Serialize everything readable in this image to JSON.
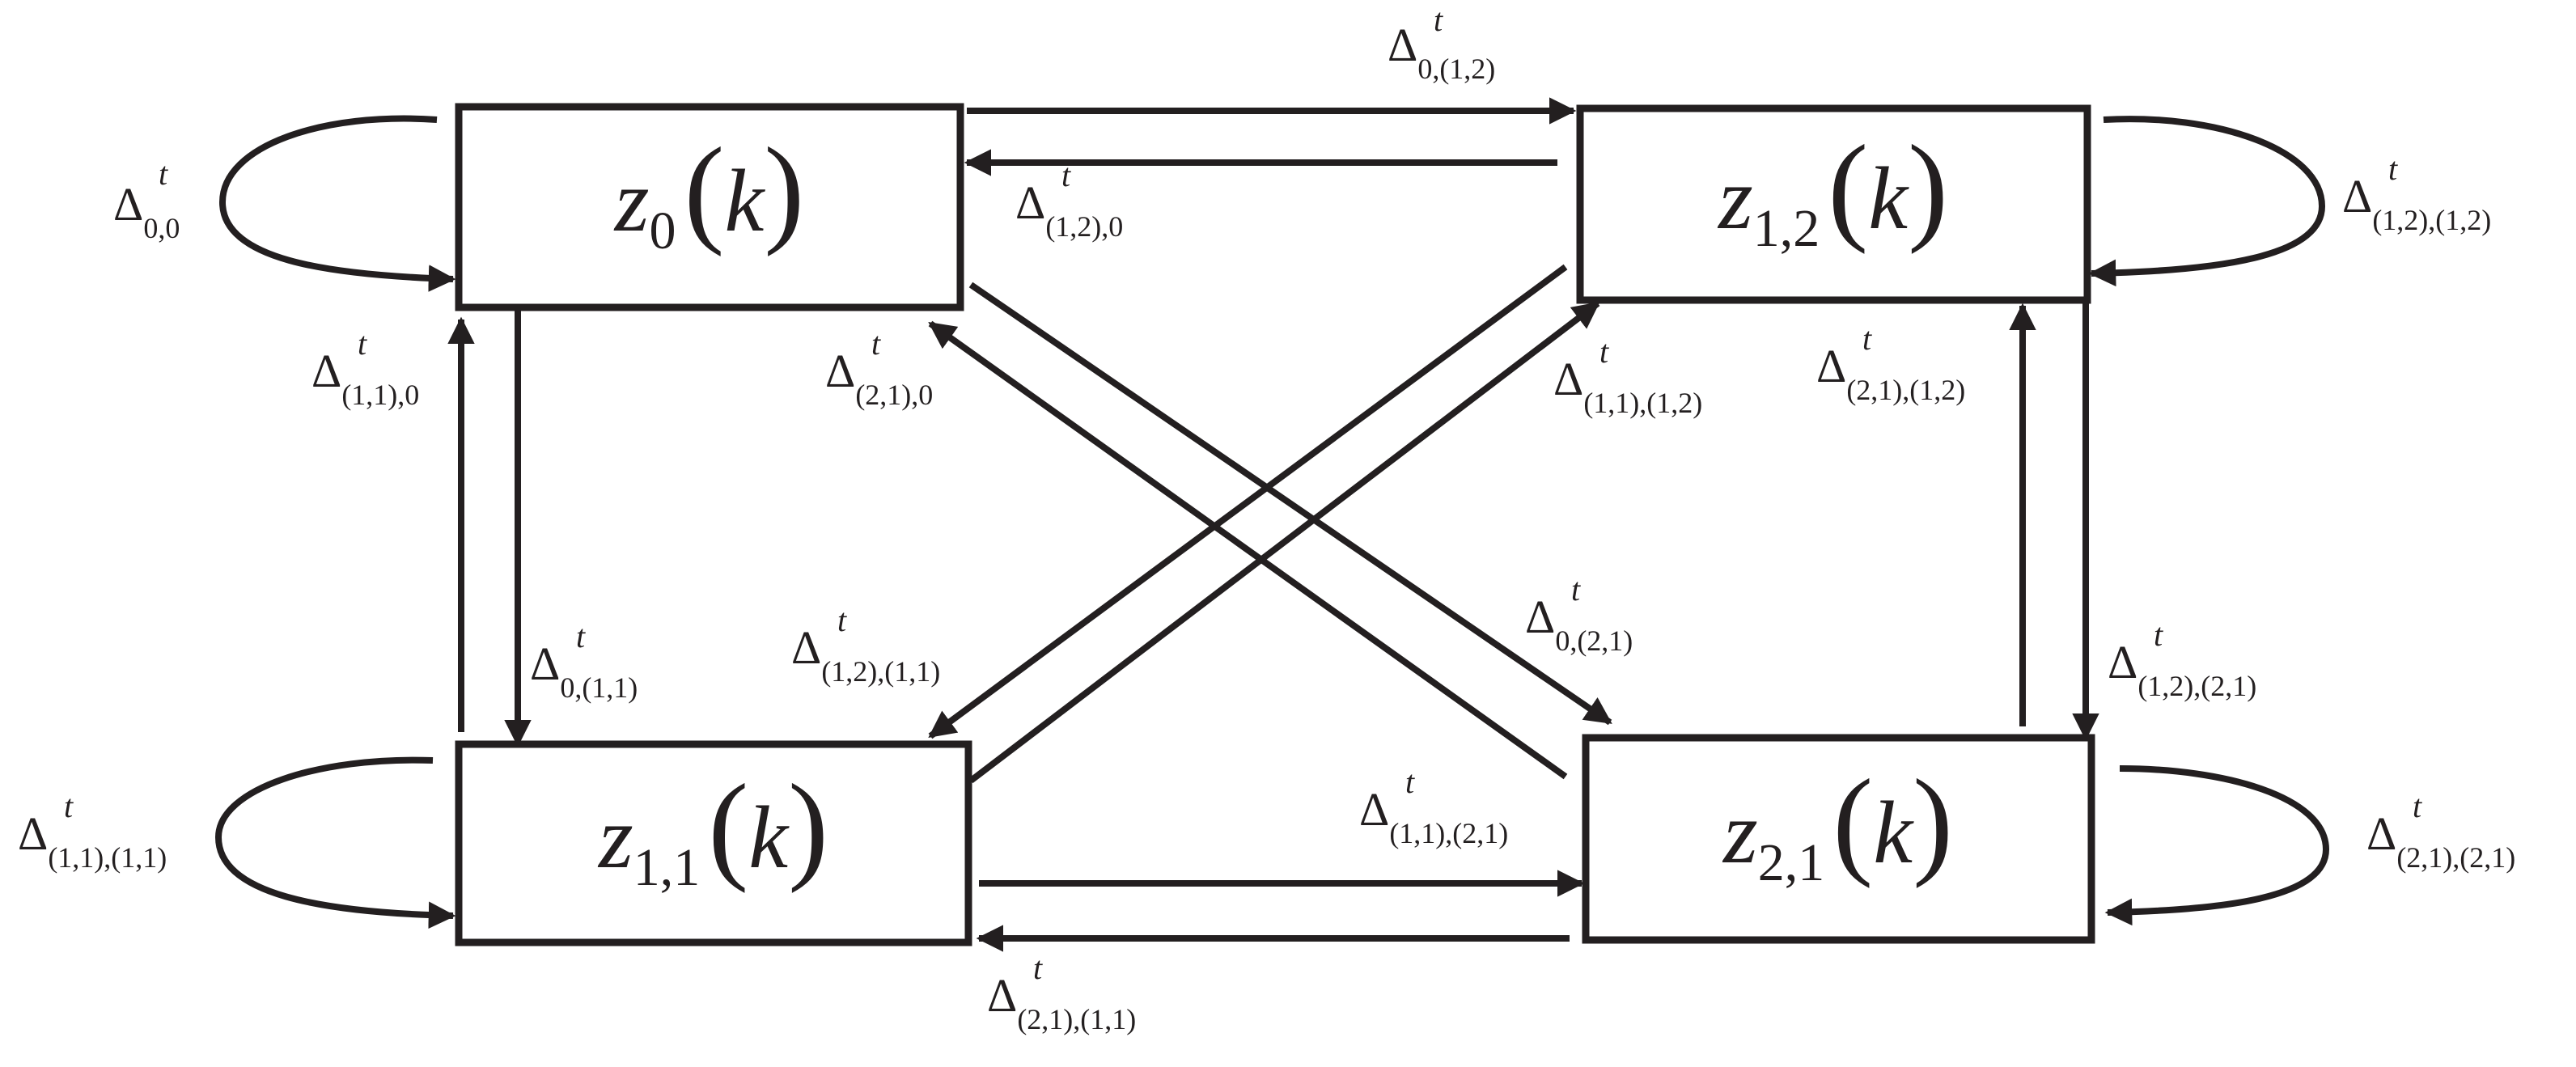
{
  "nodes": {
    "z0": {
      "var": "z",
      "sub": "0",
      "arg": "k"
    },
    "z12": {
      "var": "z",
      "sub": "1,2",
      "arg": "k"
    },
    "z11": {
      "var": "z",
      "sub": "1,1",
      "arg": "k"
    },
    "z21": {
      "var": "z",
      "sub": "2,1",
      "arg": "k"
    }
  },
  "symbols": {
    "delta": "Δ",
    "sup": "t"
  },
  "transitions": {
    "d_0_0": "0,0",
    "d_0_12": "0,(1,2)",
    "d_12_0": "(1,2),0",
    "d_12_12": "(1,2),(1,2)",
    "d_11_0": "(1,1),0",
    "d_21_0": "(2,1),0",
    "d_11_12": "(1,1),(1,2)",
    "d_21_12": "(2,1),(1,2)",
    "d_0_11": "0,(1,1)",
    "d_12_11": "(1,2),(1,1)",
    "d_0_21": "0,(2,1)",
    "d_12_21": "(1,2),(2,1)",
    "d_11_11": "(1,1),(1,1)",
    "d_11_21": "(1,1),(2,1)",
    "d_21_21": "(2,1),(2,1)",
    "d_21_11": "(2,1),(1,1)"
  }
}
